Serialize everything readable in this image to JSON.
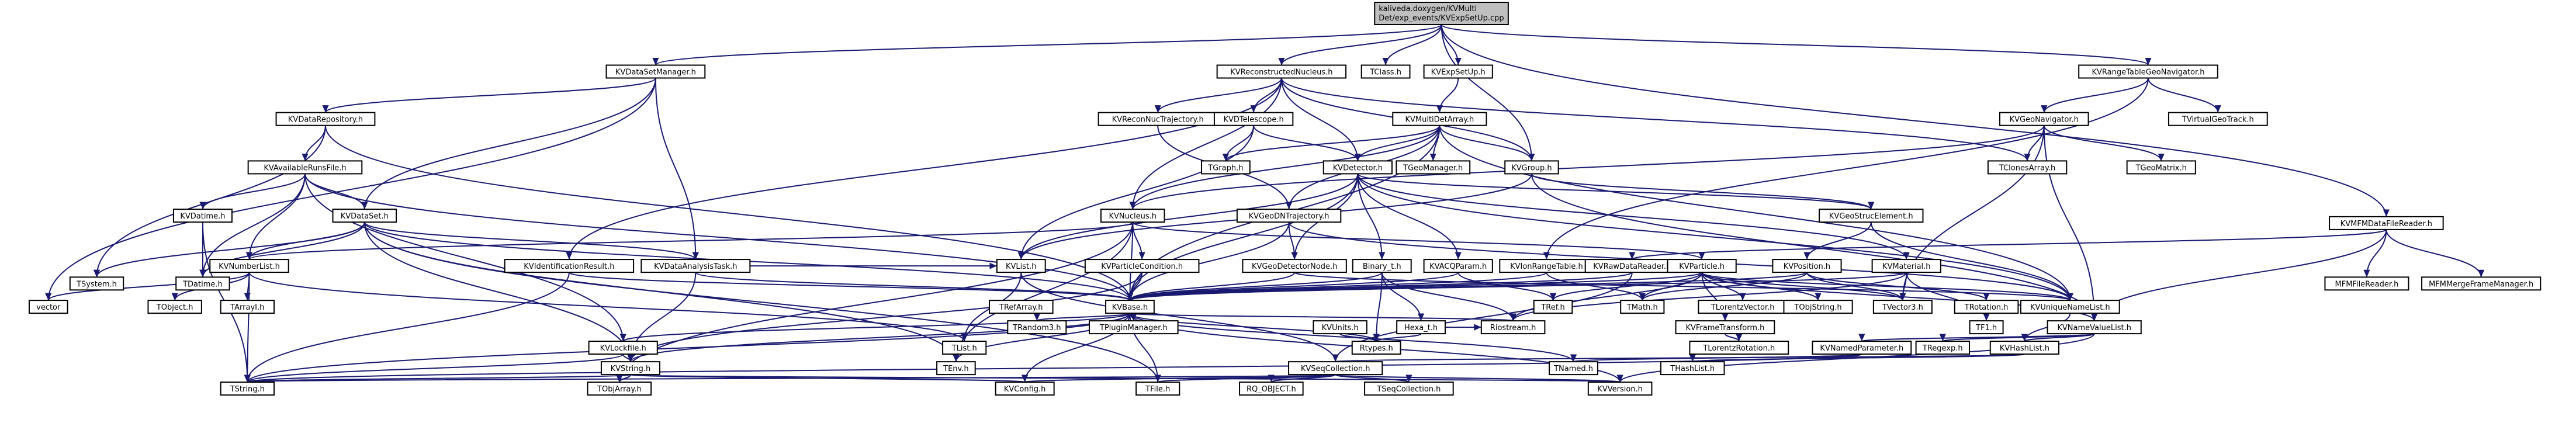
{
  "diagram": {
    "root": "kaliveda.doxygen/KVMulti Det/exp_events/KVExpSetUp.cpp",
    "nodes": {
      "root": "kaliveda.doxygen/KVMulti Det/exp_events/KVExpSetUp.cpp",
      "kvdatasetmanager": "KVDataSetManager.h",
      "kvreconstructednucleus": "KVReconstructedNucleus.h",
      "tclass": "TClass.h",
      "kvexpsetup": "KVExpSetUp.h",
      "kvrangetablegeonavigator": "KVRangeTableGeoNavigator.h",
      "kvdatarepository": "KVDataRepository.h",
      "kvreconnuctrajectory": "KVReconNucTrajectory.h",
      "kvdtelescope": "KVDTelescope.h",
      "kvmultidetarray": "KVMultiDetArray.h",
      "kvgeonavigator": "KVGeoNavigator.h",
      "tvirtualgeotrack": "TVirtualGeoTrack.h",
      "kvavailablerunsfile": "KVAvailableRunsFile.h",
      "kvdetector": "KVDetector.h",
      "kvgroup": "KVGroup.h",
      "tgraph": "TGraph.h",
      "tgeomanager": "TGeoManager.h",
      "tclonesarray": "TClonesArray.h",
      "tgeomatrix": "TGeoMatrix.h",
      "kvmfmdatafilereader": "KVMFMDataFileReader.h",
      "kvdatime": "KVDatime.h",
      "kvdataset": "KVDataSet.h",
      "kvnucleus": "KVNucleus.h",
      "kvgeodntrajectory": "KVGeoDNTrajectory.h",
      "kvgeostrucelement": "KVGeoStrucElement.h",
      "mfmfilereader": "MFMFileReader.h",
      "mfmmergeframemanager": "MFMMergeFrameManager.h",
      "tsystem": "TSystem.h",
      "tdatime": "TDatime.h",
      "kvnumberlist": "KVNumberList.h",
      "kvidentificationresult": "KVIdentificationResult.h",
      "kvdataanalysistask": "KVDataAnalysisTask.h",
      "kvlist": "KVList.h",
      "kvparticlecondition": "KVParticleCondition.h",
      "kvgeodetectornode": "KVGeoDetectorNode.h",
      "binary_t": "Binary_t.h",
      "kvacqparam": "KVACQParam.h",
      "kvionrangetable": "KVIonRangeTable.h",
      "kvrawdatareader": "KVRawDataReader.h",
      "kvparticle": "KVParticle.h",
      "kvposition": "KVPosition.h",
      "kvmaterial": "KVMaterial.h",
      "vector": "vector",
      "tobject": "TObject.h",
      "tarrayi": "TArrayI.h",
      "trefarray": "TRefArray.h",
      "kvbase": "KVBase.h",
      "tref": "TRef.h",
      "tmath": "TMath.h",
      "tlorentzvector": "TLorentzVector.h",
      "tobjstring": "TObjString.h",
      "tvector3": "TVector3.h",
      "trotation": "TRotation.h",
      "tf1": "TF1.h",
      "kvuniquenamelist": "KVUniqueNameList.h",
      "kvnamevaluelist": "KVNameValueList.h",
      "kvframetransform": "KVFrameTransform.h",
      "kvunits": "KVUnits.h",
      "hexa_t": "Hexa_t.h",
      "riostream": "Riostream.h",
      "trandom3": "TRandom3.h",
      "tpluginmanager": "TPluginManager.h",
      "tlorentzrotation": "TLorentzRotation.h",
      "rtypes": "Rtypes.h",
      "kvnamedparameter": "KVNamedParameter.h",
      "tregexp": "TRegexp.h",
      "kvhashlist": "KVHashList.h",
      "tlist": "TList.h",
      "kvlockfile": "KVLockfile.h",
      "tenv": "TEnv.h",
      "kvstring": "KVString.h",
      "kvseqcollection": "KVSeqCollection.h",
      "tnamed": "TNamed.h",
      "thashlist": "THashList.h",
      "tobjarray": "TObjArray.h",
      "tstring": "TString.h",
      "kvconfig": "KVConfig.h",
      "tfile": "TFile.h",
      "rq_object": "RQ_OBJECT.h",
      "tseqcollection": "TSeqCollection.h",
      "kvversion": "KVVersion.h"
    }
  }
}
